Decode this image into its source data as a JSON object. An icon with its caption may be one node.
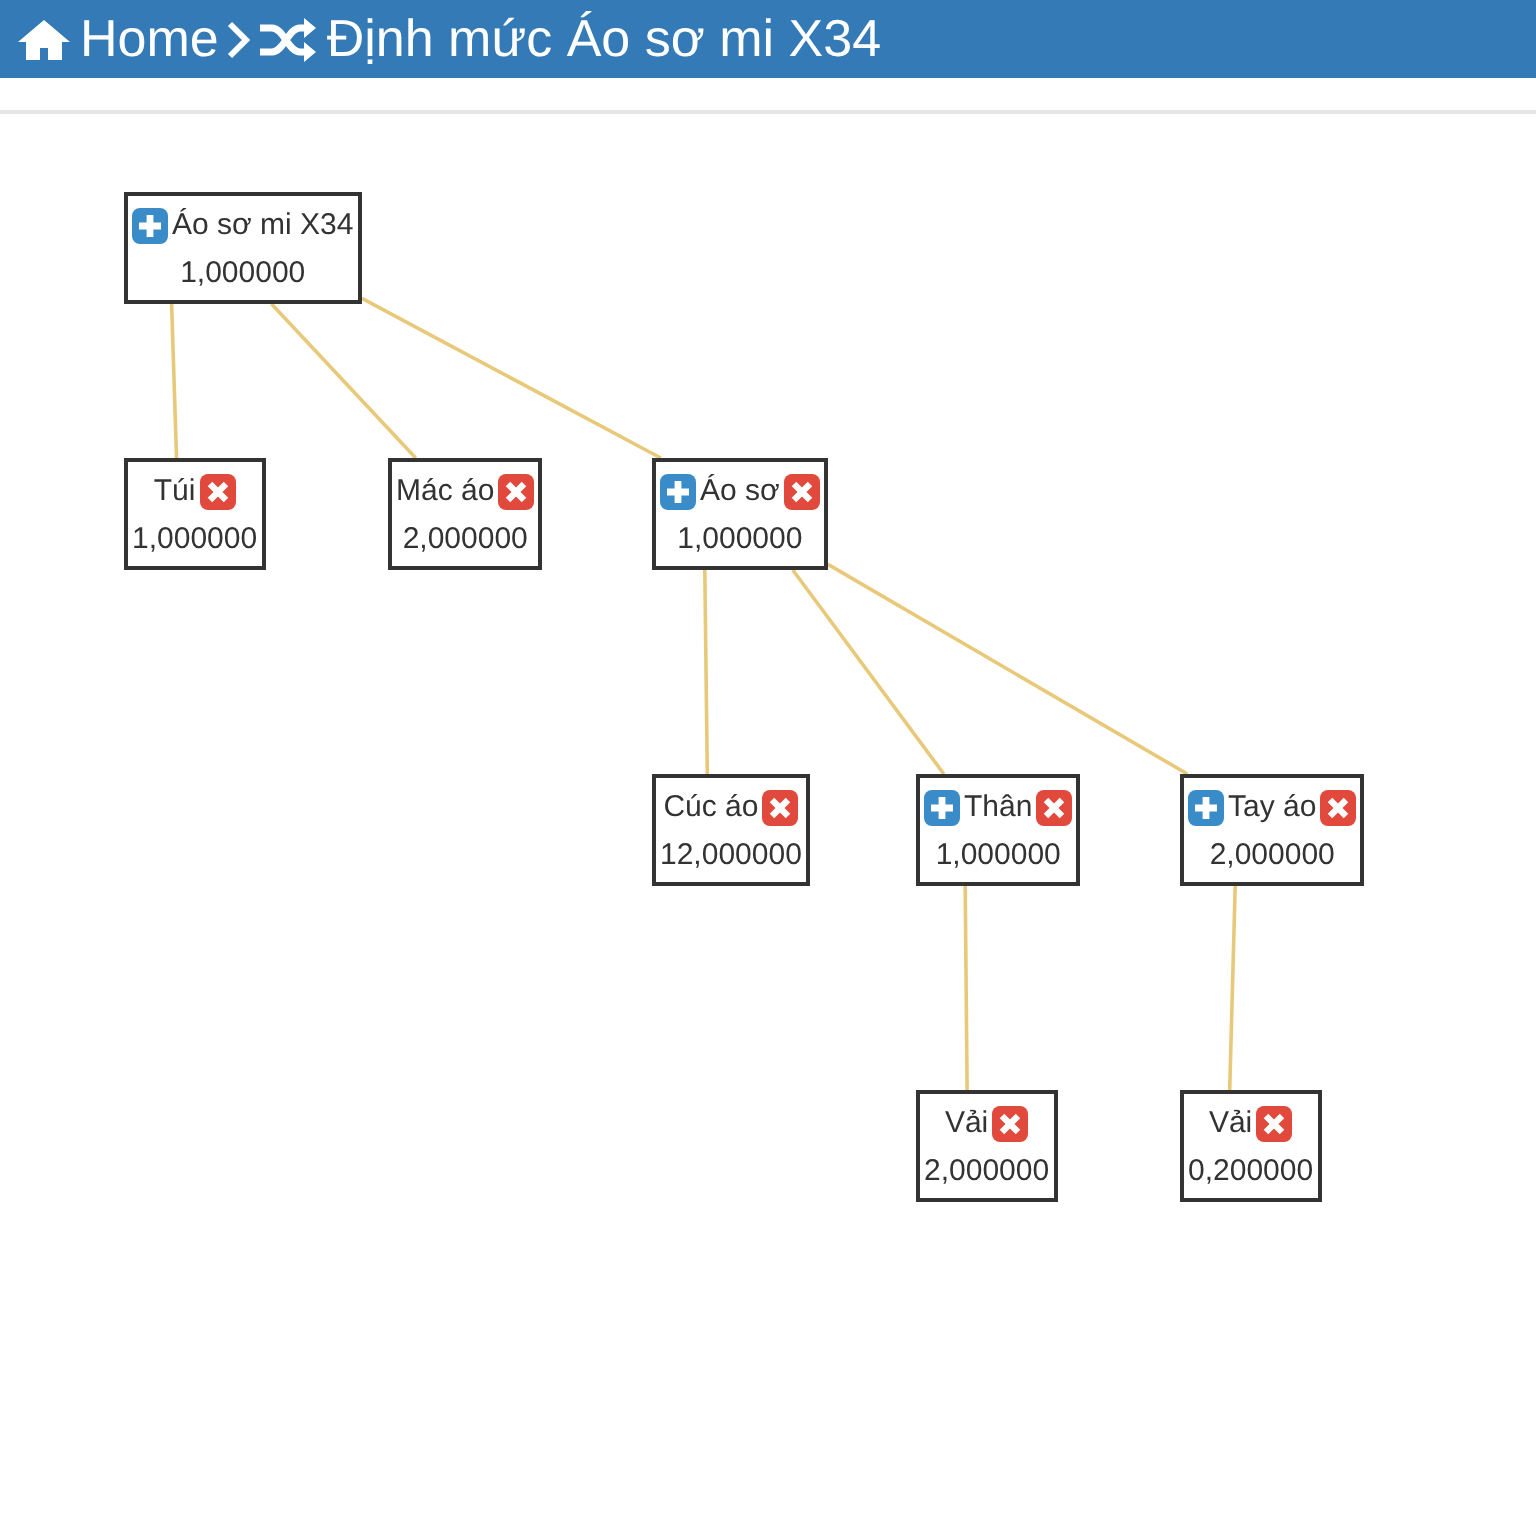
{
  "diagram": {
    "nodes": [
      {
        "text": [
          "Áo sơ mi X34",
          "1,000000"
        ]
      },
      {
        "text": [
          "Túi",
          "1,000000"
        ]
      },
      {
        "text": [
          "Mác áo",
          "2,000000"
        ]
      },
      {
        "text": [
          "Áo sơ",
          "1,000000"
        ]
      },
      {
        "text": [
          "Cúc áo",
          "12,000000"
        ]
      },
      {
        "text": [
          "Thân",
          "1,000000"
        ]
      },
      {
        "text": [
          "Tay áo",
          "2,000000"
        ]
      },
      {
        "text": [
          "Vải",
          "2,000000"
        ]
      },
      {
        "text": [
          "Vải",
          "0,200000"
        ]
      }
    ],
    "edges": [
      {
        "from": 0,
        "to": 1,
        "arrow": "none"
      },
      {
        "from": 0,
        "to": 2,
        "arrow": "none"
      },
      {
        "from": 0,
        "to": 3,
        "arrow": "none"
      },
      {
        "from": 3,
        "to": 4,
        "arrow": "none"
      },
      {
        "from": 3,
        "to": 5,
        "arrow": "none"
      },
      {
        "from": 3,
        "to": 6,
        "arrow": "none"
      },
      {
        "from": 5,
        "to": 7,
        "arrow": "none"
      },
      {
        "from": 6,
        "to": 8,
        "arrow": "none"
      }
    ],
    "labels": [
      "Home",
      "Định mức Áo sơ mi X34"
    ]
  }
}
